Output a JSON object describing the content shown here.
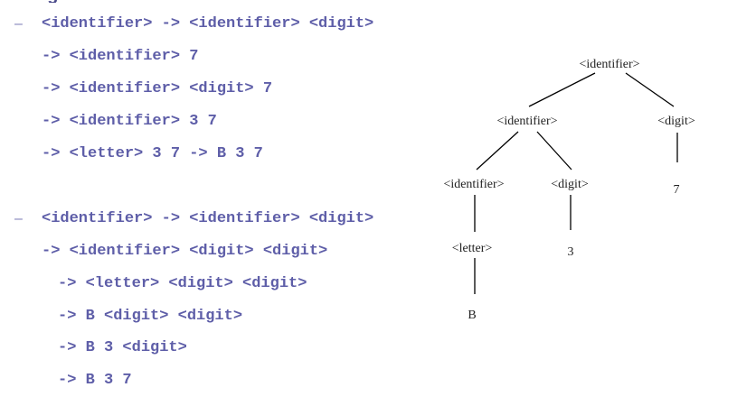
{
  "heading_fragment": "ng",
  "derivation1": {
    "bullet": "–",
    "lines": [
      "<identifier> -> <identifier> <digit>",
      "-> <identifier> 7",
      "-> <identifier> <digit> 7",
      "-> <identifier> 3 7",
      "-> <letter> 3 7 -> B 3 7"
    ]
  },
  "derivation2": {
    "bullet": "–",
    "lines": [
      "<identifier> -> <identifier> <digit>",
      "-> <identifier> <digit> <digit>",
      "-> <letter> <digit> <digit>",
      "-> B <digit> <digit>",
      "-> B 3 <digit>",
      "-> B 3 7"
    ]
  },
  "parse_tree": {
    "root": "<identifier>",
    "root_left": "<identifier>",
    "root_right": "<digit>",
    "right_leaf": "7",
    "mid_left": "<identifier>",
    "mid_right": "<digit>",
    "mid_right_leaf": "3",
    "letter": "<letter>",
    "letter_leaf": "B"
  }
}
